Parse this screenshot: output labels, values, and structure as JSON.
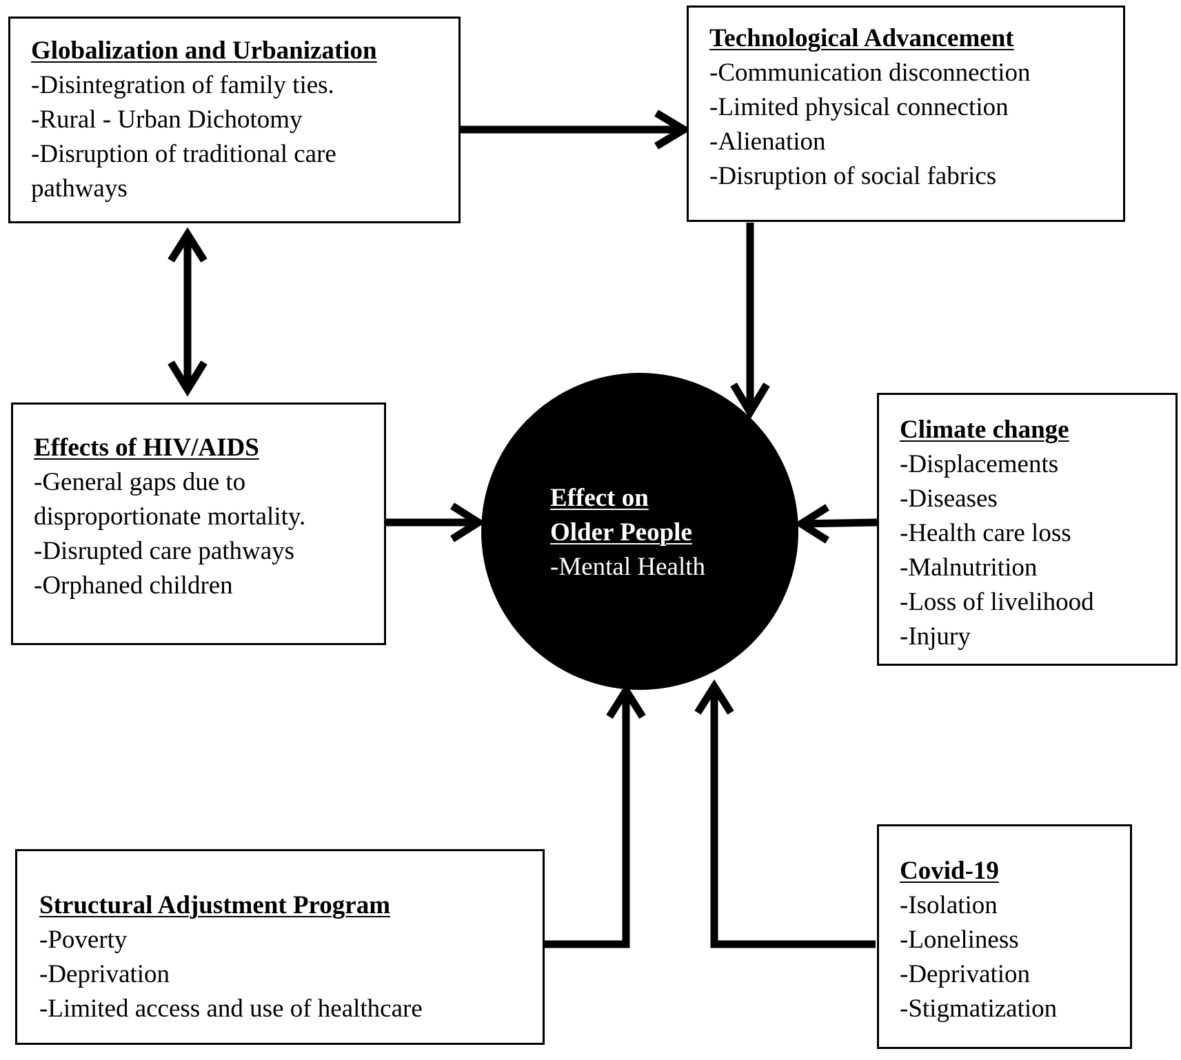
{
  "center": {
    "title_line1": "Effect on",
    "title_line2": "Older People",
    "items": [
      "-Mental Health"
    ]
  },
  "boxes": {
    "globalization": {
      "title": "Globalization and Urbanization",
      "items": [
        "-Disintegration of family ties.",
        "-Rural - Urban Dichotomy",
        "-Disruption of traditional care",
        "pathways"
      ]
    },
    "technology": {
      "title": "Technological Advancement",
      "items": [
        "-Communication disconnection",
        "-Limited physical connection",
        "-Alienation",
        "-Disruption of social fabrics"
      ]
    },
    "hiv": {
      "title": "Effects of HIV/AIDS",
      "items": [
        "-General gaps due to",
        "disproportionate mortality.",
        "-Disrupted care pathways",
        "-Orphaned children"
      ]
    },
    "climate": {
      "title": "Climate change",
      "items": [
        "-Displacements",
        "-Diseases",
        "-Health care loss",
        "-Malnutrition",
        "-Loss of livelihood",
        "-Injury"
      ]
    },
    "structural": {
      "title": "Structural Adjustment Program",
      "items": [
        "-Poverty",
        "-Deprivation",
        "-Limited access and use of healthcare"
      ]
    },
    "covid": {
      "title": "Covid-19",
      "items": [
        "-Isolation",
        "-Loneliness",
        "-Deprivation",
        "-Stigmatization"
      ]
    }
  }
}
